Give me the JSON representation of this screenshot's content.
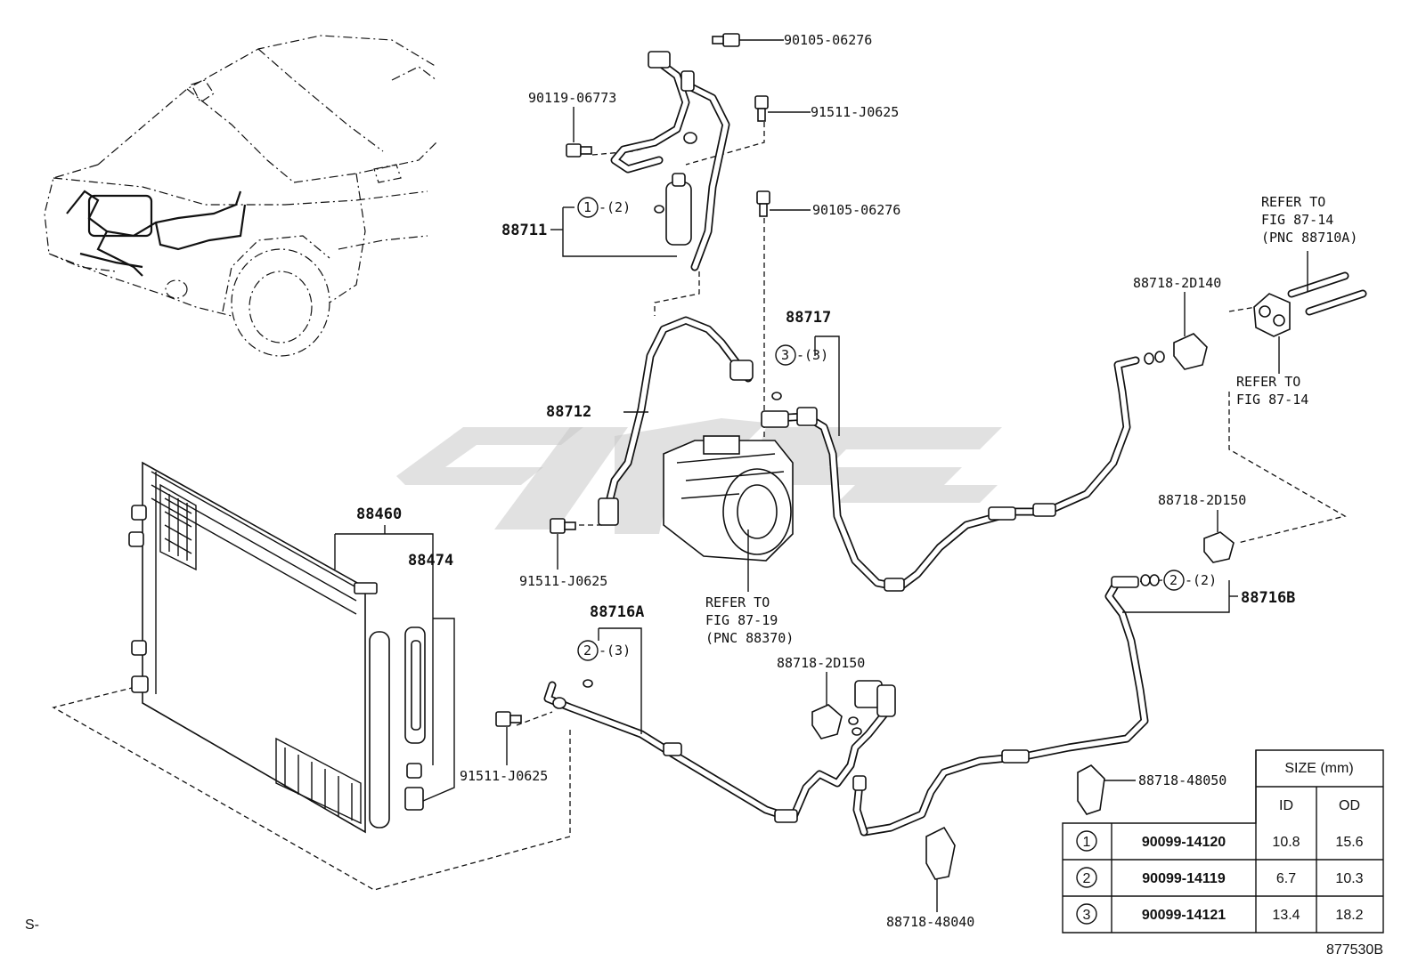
{
  "parts": {
    "p90105_06276_top": "90105-06276",
    "p90119_06773": "90119-06773",
    "p91511_J0625_top": "91511-J0625",
    "p90105_06276_mid": "90105-06276",
    "p88711": "88711",
    "p88711_ref": "-(2)",
    "p88717": "88717",
    "p88717_ref": "-(3)",
    "p88712": "88712",
    "p88460": "88460",
    "p88474": "88474",
    "p91511_J0625_mid": "91511-J0625",
    "refer_1987_line1": "REFER TO",
    "refer_1987_line2": "FIG 87-19",
    "refer_1987_line3": "(PNC 88370)",
    "p88716A": "88716A",
    "p88716A_ref": "-(3)",
    "p88718_2D150_mid": "88718-2D150",
    "p91511_J0625_bot": "91511-J0625",
    "p88718_48040": "88718-48040",
    "p88718_48050": "88718-48050",
    "p88718_2D140": "88718-2D140",
    "refer_8714a_line1": "REFER TO",
    "refer_8714a_line2": "FIG 87-14",
    "refer_8714a_line3": "(PNC 88710A)",
    "refer_8714b_line1": "REFER TO",
    "refer_8714b_line2": "FIG 87-14",
    "p88718_2D150_right": "88718-2D150",
    "p88716B": "88716B",
    "p88716B_ref": "-(2)",
    "circle_1": "1",
    "circle_2": "2",
    "circle_3": "3"
  },
  "size_table": {
    "header": "SIZE (mm)",
    "col_id": "ID",
    "col_od": "OD",
    "rows": [
      {
        "mark": "1",
        "part": "90099-14120",
        "id": "10.8",
        "od": "15.6"
      },
      {
        "mark": "2",
        "part": "90099-14119",
        "id": "6.7",
        "od": "10.3"
      },
      {
        "mark": "3",
        "part": "90099-14121",
        "id": "13.4",
        "od": "18.2"
      }
    ]
  },
  "footer": {
    "left_code": "S-",
    "figure_code": "877530B"
  }
}
